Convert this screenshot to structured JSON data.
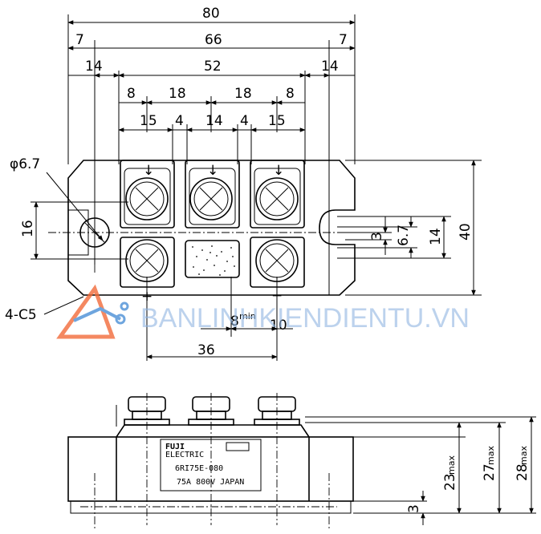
{
  "top_view": {
    "dims": {
      "overall_width": "80",
      "mount_pitch": "66",
      "edge_left": "7",
      "edge_right": "7",
      "side_left": "14",
      "body_span": "52",
      "side_right": "14",
      "pitch_8a": "8",
      "pitch_18a": "18",
      "pitch_18b": "18",
      "pitch_8b": "8",
      "term_15a": "15",
      "gap_4a": "4",
      "term_14": "14",
      "gap_4b": "4",
      "term_15b": "15",
      "hole_dia": "φ6.7",
      "hole_pitch": "16",
      "chamfer": "4-C5",
      "slot_3": "3",
      "slot_67": "6.7",
      "slot_14": "14",
      "height_40": "40",
      "min_8": "8",
      "min_label": "min",
      "term_10": "10",
      "term_36": "36"
    },
    "polarity": {
      "plus": "+",
      "minus": "−"
    }
  },
  "side_view": {
    "label": {
      "brand": "FUJI",
      "sub": "ELECTRIC",
      "part_number": "6RI75E-080",
      "rating": "75A 800V JAPAN"
    },
    "dims": {
      "h23": "23",
      "h27": "27",
      "h28": "28",
      "max_label": "max",
      "base_3": "3"
    }
  },
  "watermark": {
    "text": "BANLINHKIENDIENTU.VN"
  }
}
